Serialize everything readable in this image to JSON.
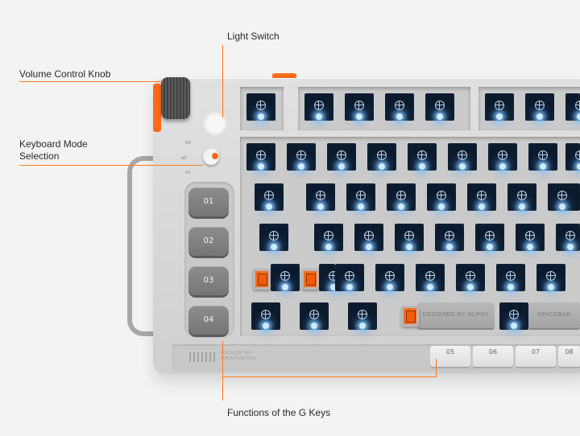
{
  "callouts": [
    {
      "text": "Volume Control Knob",
      "target": "volume-knob"
    },
    {
      "text": "Light Switch",
      "target": "light-switch"
    },
    {
      "text": "Keyboard Mode\nSelection",
      "target": "mode-switch"
    },
    {
      "text": "Functions of the G Keys",
      "target": "g-keys"
    }
  ],
  "mode_labels": [
    "M3",
    "M2",
    "M1"
  ],
  "g_keys": [
    "01",
    "02",
    "03",
    "04"
  ],
  "f_keys": [
    "05",
    "06",
    "07",
    "08"
  ],
  "spacebars": [
    "DESIGNED BY HUPHY",
    "SPACEBAR"
  ],
  "brand_text": "FOCUS ON THE\nFUN IN FUNCTION",
  "colors": {
    "accent": "#ff7a1a",
    "chassis": "#d9d9d9",
    "key_glow": "#8fcaff",
    "background": "#f3f3f3"
  }
}
